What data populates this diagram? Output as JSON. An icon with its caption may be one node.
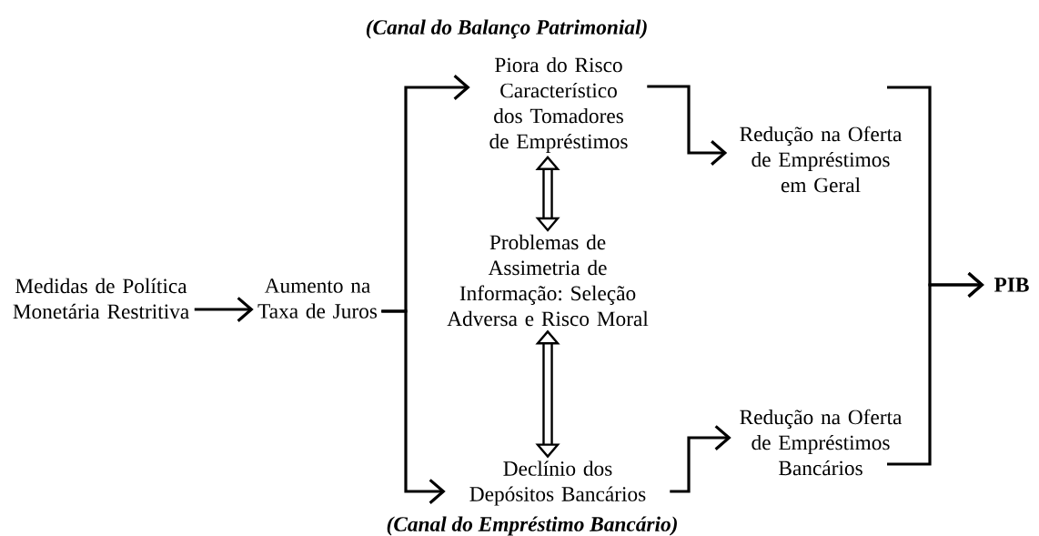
{
  "diagram": {
    "nodes": [
      {
        "text": [
          "Medidas de Política Monetária Restritiva"
        ]
      },
      {
        "text": [
          "Aumento na Taxa de Juros"
        ]
      },
      {
        "text": [
          "Piora do Risco Característico dos Tomadores de Empréstimos"
        ]
      },
      {
        "text": [
          "Problemas de Assimetria de Informação: Seleção Adversa e Risco Moral"
        ]
      },
      {
        "text": [
          "Declínio dos Depósitos Bancários"
        ]
      },
      {
        "text": [
          "Redução na Oferta de Empréstimos em Geral"
        ]
      },
      {
        "text": [
          "Redução na Oferta de Empréstimos Bancários"
        ]
      },
      {
        "text": [
          "PIB"
        ]
      }
    ],
    "edges": [
      {
        "from": 0,
        "to": 1,
        "arrow": "to"
      },
      {
        "from": 1,
        "to": 2,
        "arrow": "to"
      },
      {
        "from": 1,
        "to": 4,
        "arrow": "to"
      },
      {
        "from": 2,
        "to": 3,
        "arrow": "both",
        "style": "thick"
      },
      {
        "from": 3,
        "to": 4,
        "arrow": "both",
        "style": "thick"
      },
      {
        "from": 2,
        "to": 5,
        "arrow": "to"
      },
      {
        "from": 4,
        "to": 6,
        "arrow": "to"
      },
      {
        "from": 5,
        "to": 7,
        "arrow": "to"
      },
      {
        "from": 6,
        "to": 7,
        "arrow": "to"
      }
    ],
    "labels": [
      "(Canal do Balanço Patrimonial)",
      "(Canal do Empréstimo Bancário)"
    ]
  }
}
